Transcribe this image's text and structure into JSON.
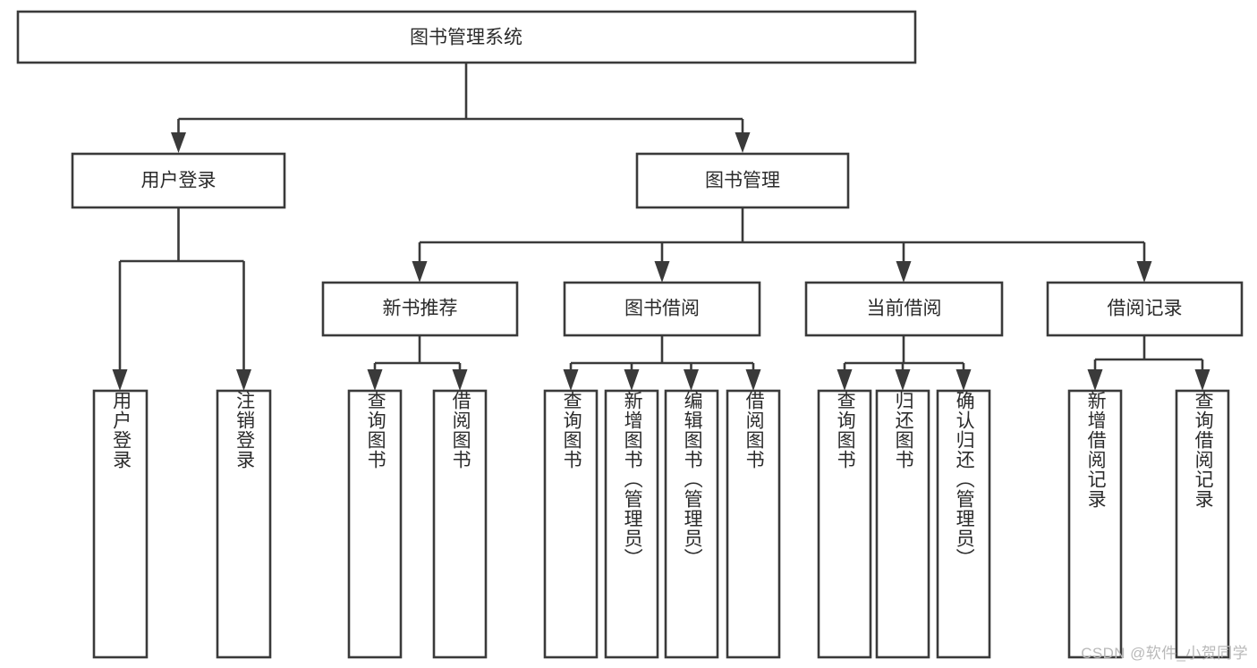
{
  "diagram": {
    "type": "tree-hierarchy",
    "title": "图书管理系统",
    "watermark": "CSDN @软件_小贺同学",
    "colors": {
      "stroke": "#3a3a3a",
      "box_fill": "#ffffff",
      "text": "#2b2b2b",
      "background": "#ffffff",
      "watermark": "#b9b9b9"
    },
    "levels": {
      "level1": [
        {
          "id": "root",
          "label": "图书管理系统"
        }
      ],
      "level2": [
        {
          "id": "user-login",
          "label": "用户登录"
        },
        {
          "id": "book-manage",
          "label": "图书管理"
        }
      ],
      "level3": [
        {
          "id": "new-book-rec",
          "label": "新书推荐"
        },
        {
          "id": "book-borrow",
          "label": "图书借阅"
        },
        {
          "id": "current-borrow",
          "label": "当前借阅"
        },
        {
          "id": "borrow-record",
          "label": "借阅记录"
        }
      ],
      "level4": [
        {
          "id": "leaf-user-login",
          "label": "用户登录",
          "parent": "user-login"
        },
        {
          "id": "leaf-logout-login",
          "label": "注销登录",
          "parent": "user-login"
        },
        {
          "id": "leaf-query-book-1",
          "label": "查询图书",
          "parent": "new-book-rec"
        },
        {
          "id": "leaf-borrow-book-1",
          "label": "借阅图书",
          "parent": "new-book-rec"
        },
        {
          "id": "leaf-query-book-2",
          "label": "查询图书",
          "parent": "book-borrow"
        },
        {
          "id": "leaf-add-book",
          "label": "新增图书（管理员）",
          "parent": "book-borrow"
        },
        {
          "id": "leaf-edit-book",
          "label": "编辑图书（管理员）",
          "parent": "book-borrow"
        },
        {
          "id": "leaf-borrow-book-2",
          "label": "借阅图书",
          "parent": "book-borrow"
        },
        {
          "id": "leaf-query-book-3",
          "label": "查询图书",
          "parent": "current-borrow"
        },
        {
          "id": "leaf-return-book",
          "label": "归还图书",
          "parent": "current-borrow"
        },
        {
          "id": "leaf-confirm-return",
          "label": "确认归还（管理员）",
          "parent": "current-borrow"
        },
        {
          "id": "leaf-add-record",
          "label": "新增借阅记录",
          "parent": "borrow-record"
        },
        {
          "id": "leaf-query-record",
          "label": "查询借阅记录",
          "parent": "borrow-record"
        }
      ]
    }
  }
}
